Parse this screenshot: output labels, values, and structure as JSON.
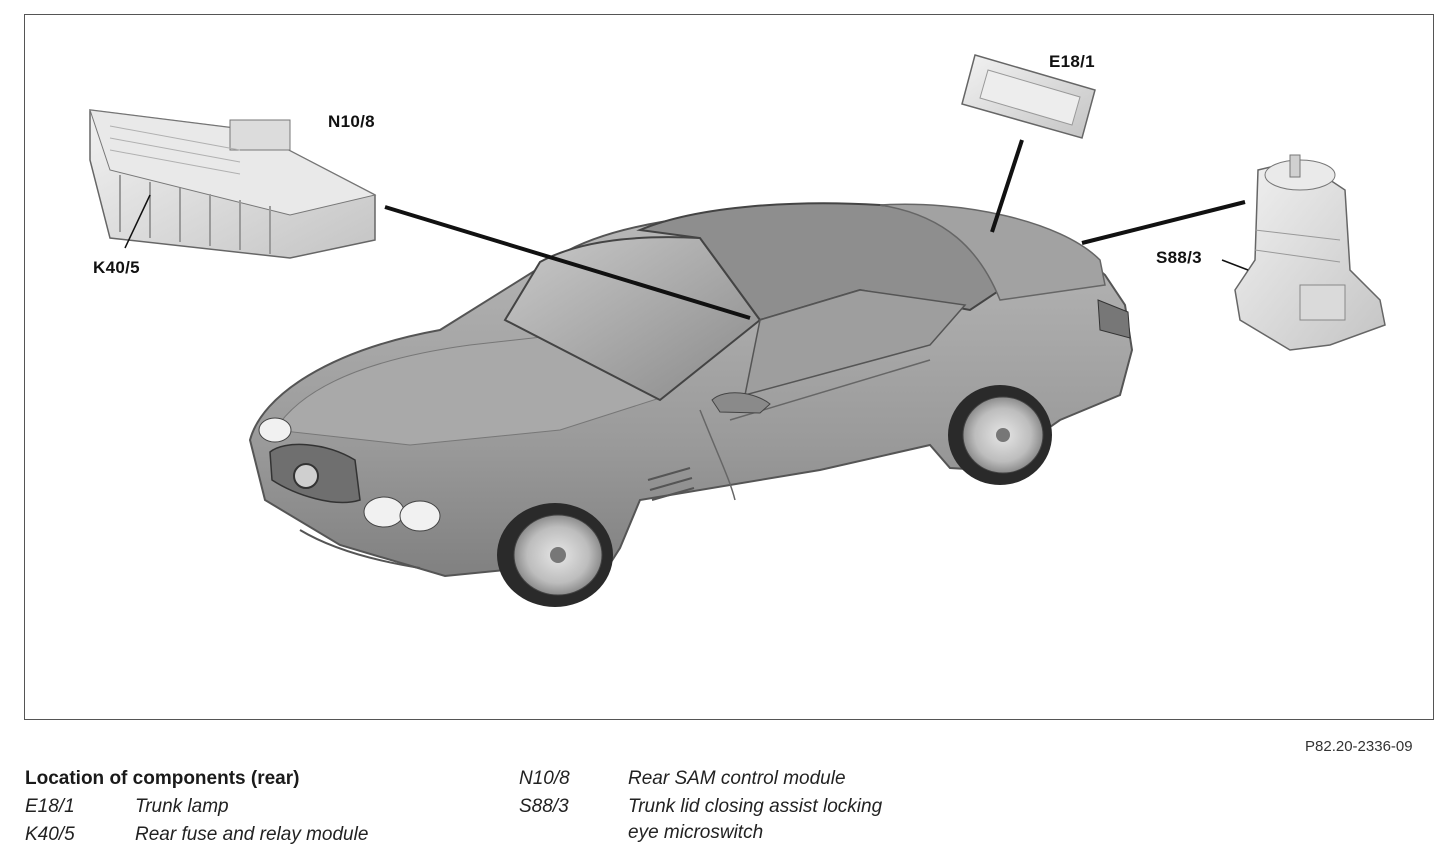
{
  "callouts": {
    "n10_8": "N10/8",
    "k40_5": "K40/5",
    "e18_1": "E18/1",
    "s88_3": "S88/3"
  },
  "figure_id": "P82.20-2336-09",
  "legend": {
    "title": "Location of components (rear)",
    "items": [
      {
        "code": "E18/1",
        "desc": "Trunk lamp"
      },
      {
        "code": "K40/5",
        "desc": "Rear fuse and relay module"
      },
      {
        "code": "N10/8",
        "desc": "Rear SAM control module"
      },
      {
        "code": "S88/3",
        "desc": "Trunk lid closing assist locking",
        "desc2": "eye microswitch"
      }
    ]
  },
  "colors": {
    "car_body": "#9a9a9a",
    "frame": "#555555",
    "leader": "#111111"
  }
}
